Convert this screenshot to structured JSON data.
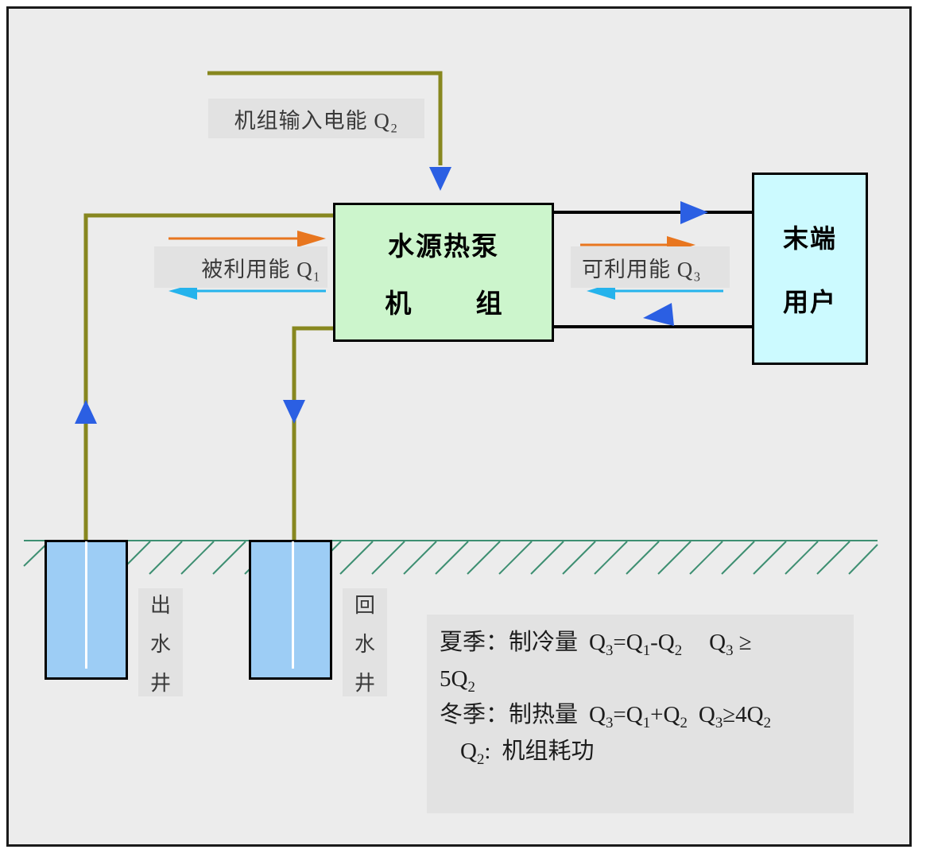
{
  "diagram": {
    "title_nodes": {
      "heat_pump": {
        "line1": "水源热泵",
        "line2": "机 组"
      },
      "terminal_user": {
        "line1": "末端",
        "line2": "用户"
      }
    },
    "labels": {
      "input_energy": "机组输入电能 Q₂",
      "used_energy_q1": "被利用能 Q₁",
      "available_energy_q3": "可利用能 Q₃"
    },
    "wells": {
      "outlet": {
        "c1": "出",
        "c2": "水",
        "c3": "井"
      },
      "return": {
        "c1": "回",
        "c2": "水",
        "c3": "井"
      }
    },
    "formulas": {
      "line1": "夏季：制冷量  Q₃=Q₁-Q₂      Q₃ ≥",
      "line2": "5Q₂",
      "line3": "冬季：制热量  Q₃=Q₁+Q₂   Q₃≥4Q₂",
      "line4": "Q₂:  机组耗功"
    },
    "formula_parts": {
      "summer_prefix": "夏季：制冷量",
      "summer_eq": "Q3=Q1-Q2",
      "summer_cond_head": "Q3 ≥",
      "summer_cond_tail": "5Q2",
      "winter_prefix": "冬季：制热量",
      "winter_eq": "Q3=Q1+Q2",
      "winter_cond": "Q3≥4Q2",
      "q2_def_sym": "Q2:",
      "q2_def_text": "机组耗功"
    },
    "colors": {
      "page_background": "#ececec",
      "frame_border": "#1a1a1a",
      "heat_pump_fill": "#ccf5cc",
      "terminal_fill": "#ccfaff",
      "well_fill": "#9dcdf5",
      "water_pipe": "#87871f",
      "ground_line": "#3e8f72",
      "hatch": "#3e8f72",
      "blue_arrow": "#2b5fe3",
      "orange_arrow": "#e8761f",
      "cyan_arrow": "#25b3ec",
      "label_background": "#e2e2e2",
      "black_line": "#000000"
    },
    "icon_names": [
      "down-arrow-icon",
      "up-arrow-icon",
      "right-arrow-icon",
      "left-arrow-icon",
      "ground-hatch-icon"
    ]
  }
}
